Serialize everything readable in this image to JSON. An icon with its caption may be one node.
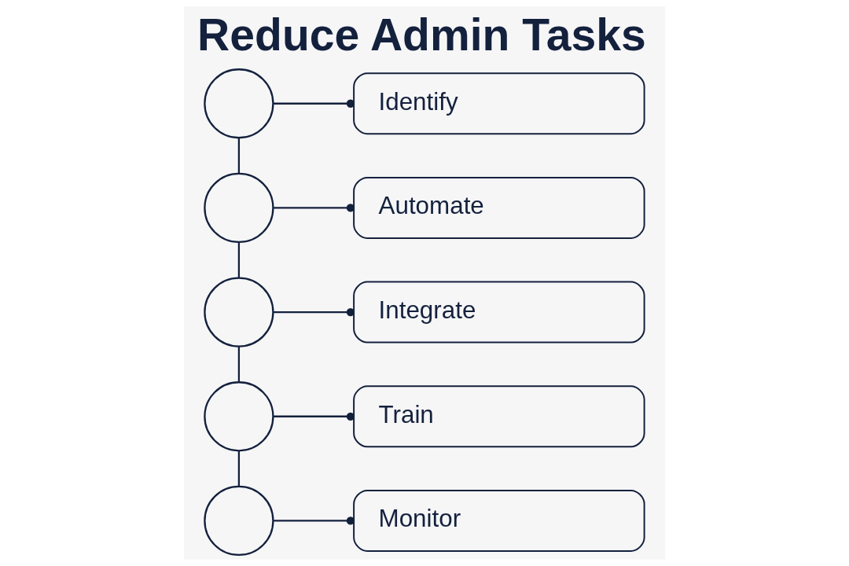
{
  "diagram": {
    "title": "Reduce Admin Tasks",
    "nodes": [
      {
        "text": [],
        "shape": "circle"
      },
      {
        "text": [
          "Identify"
        ]
      },
      {
        "text": [],
        "shape": "circle"
      },
      {
        "text": [
          "Automate"
        ]
      },
      {
        "text": [],
        "shape": "circle"
      },
      {
        "text": [
          "Integrate"
        ]
      },
      {
        "text": [],
        "shape": "circle"
      },
      {
        "text": [
          "Train"
        ]
      },
      {
        "text": [],
        "shape": "circle"
      },
      {
        "text": [
          "Monitor"
        ]
      }
    ],
    "edges": [
      {
        "from": 0,
        "to": 1,
        "arrow": "other"
      },
      {
        "from": 0,
        "to": 2,
        "arrow": "none"
      },
      {
        "from": 2,
        "to": 3,
        "arrow": "other"
      },
      {
        "from": 2,
        "to": 4,
        "arrow": "none"
      },
      {
        "from": 4,
        "to": 5,
        "arrow": "other"
      },
      {
        "from": 4,
        "to": 6,
        "arrow": "none"
      },
      {
        "from": 6,
        "to": 7,
        "arrow": "other"
      },
      {
        "from": 6,
        "to": 8,
        "arrow": "none"
      },
      {
        "from": 8,
        "to": 9,
        "arrow": "other"
      }
    ]
  }
}
